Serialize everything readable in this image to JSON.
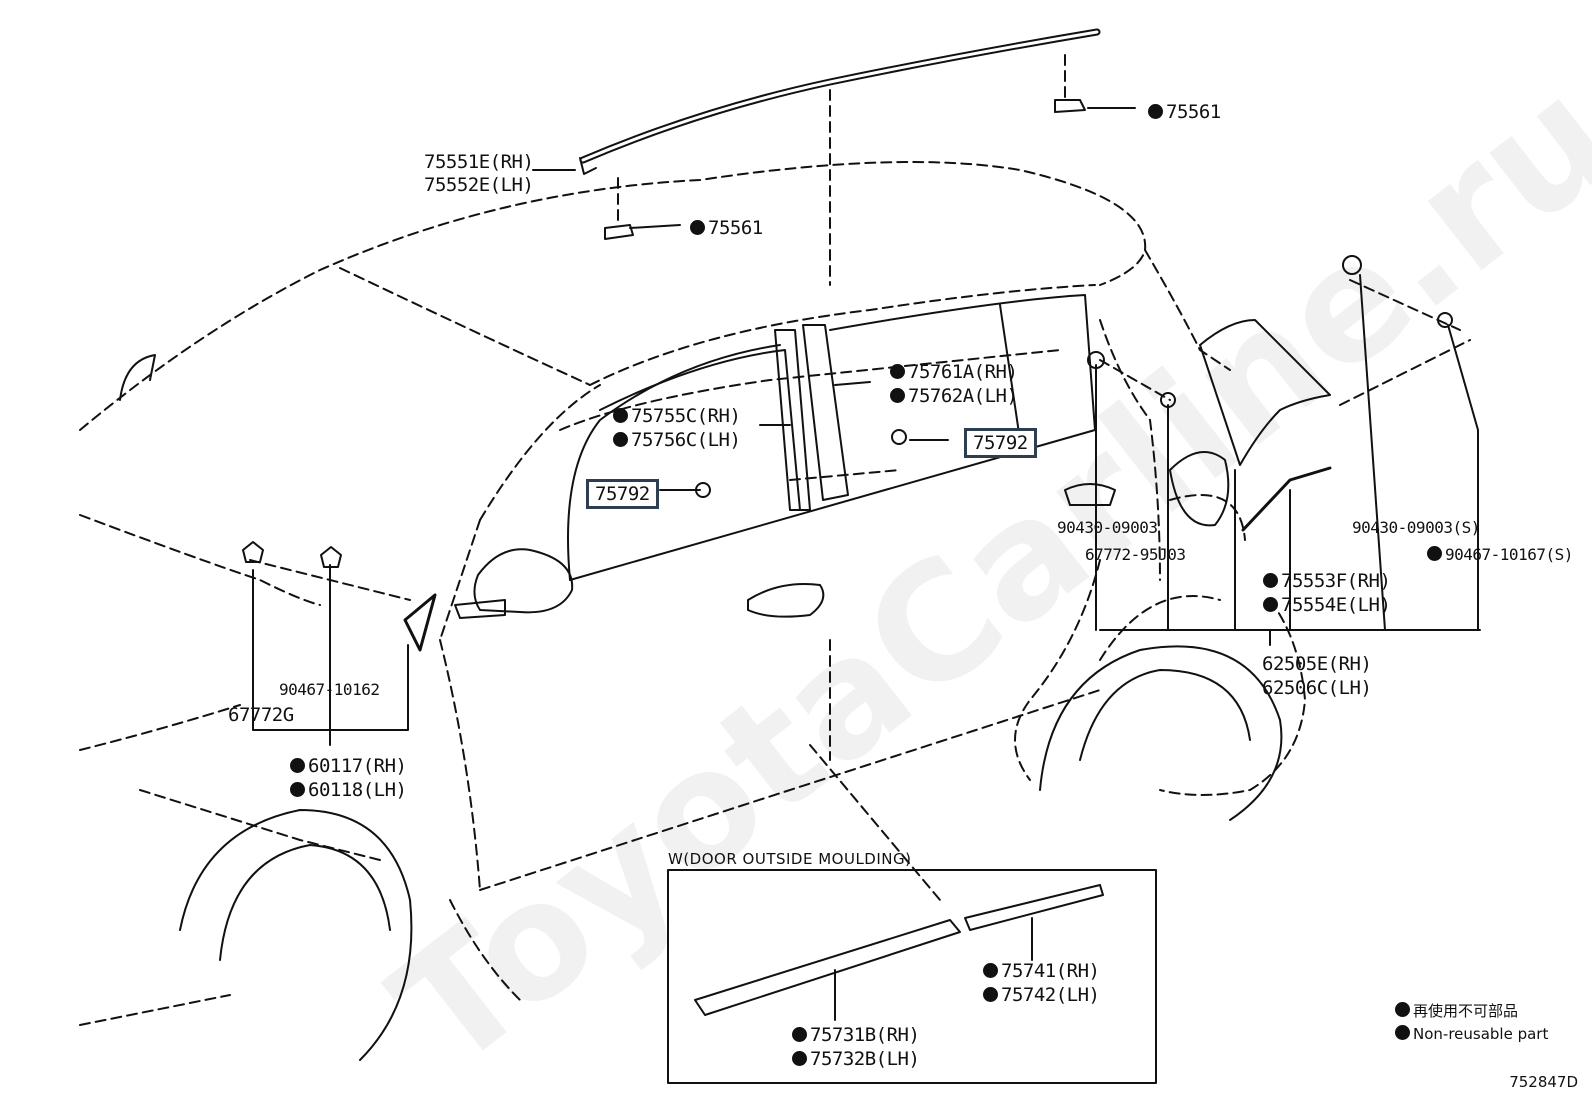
{
  "labels": {
    "roof_rh": "75551E(RH)",
    "roof_lh": "75552E(LH)",
    "clip_top_right": "75561",
    "clip_top_left": "75561",
    "pillar_rear_rh": "75761A(RH)",
    "pillar_rear_lh": "75762A(LH)",
    "pillar_front_rh": "75755C(RH)",
    "pillar_front_lh": "75756C(LH)",
    "boxed_right": "75792",
    "boxed_left": "75792",
    "screw_left": "90430-09003",
    "cover_part": "67772-95J03",
    "screw_right": "90430-09003(S)",
    "clip_right": "90467-10167(S)",
    "quarter_rh": "75553F(RH)",
    "quarter_lh": "75554E(LH)",
    "assy_rh": "62505E(RH)",
    "assy_lh": "62506C(LH)",
    "front_clip": "90467-10162",
    "front_cover": "67772G",
    "front_rh": "60117(RH)",
    "front_lh": "60118(LH)",
    "rear_mould_rh": "75741(RH)",
    "rear_mould_lh": "75742(LH)",
    "front_mould_rh": "75731B(RH)",
    "front_mould_lh": "75732B(LH)"
  },
  "inset_title": "W(DOOR OUTSIDE MOULDING)",
  "legend": {
    "jp": "再使用不可部品",
    "en": "Non-reusable part"
  },
  "diagram_id": "752847D",
  "watermark": "ToyotaCarline.ru",
  "colors": {
    "line": "#111111",
    "box": "#2c3e50"
  }
}
